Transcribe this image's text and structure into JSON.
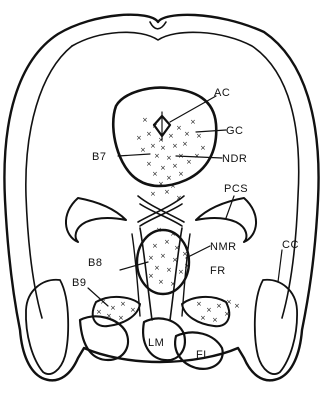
{
  "labels": {
    "ac": "AC",
    "gc": "GC",
    "b7": "B7",
    "ndr": "NDR",
    "pcs": "PCS",
    "cc": "CC",
    "b9": "B9",
    "b8": "B8",
    "nmr": "NMR",
    "fr": "FR",
    "lm": "LM",
    "fl": "FL"
  },
  "marker_glyph": "×"
}
